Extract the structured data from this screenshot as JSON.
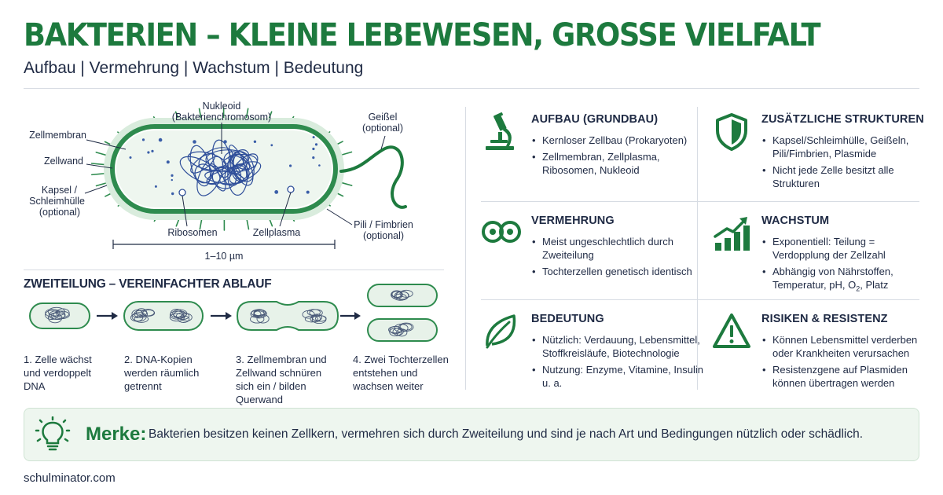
{
  "header": {
    "title": "BAKTERIEN – KLEINE LEBEWESEN, GROSSE VIELFALT",
    "subtitle": "Aufbau | Vermehrung | Wachstum | Bedeutung"
  },
  "cell_diagram": {
    "labels": {
      "nucleoid_1": "Nukleoid",
      "nucleoid_2": "(Bakterienchromosom)",
      "membrane": "Zellmembran",
      "wall": "Zellwand",
      "capsule_1": "Kapsel /",
      "capsule_2": "Schleimhülle",
      "capsule_3": "(optional)",
      "ribosomes": "Ribosomen",
      "cytoplasm": "Zellplasma",
      "flagellum_1": "Geißel",
      "flagellum_2": "(optional)",
      "pili_1": "Pili / Fimbrien",
      "pili_2": "(optional)",
      "scale": "1–10 µm"
    }
  },
  "division": {
    "title": "ZWEITEILUNG – VEREINFACHTER ABLAUF",
    "steps": [
      {
        "l1": "1. Zelle wächst",
        "l2": "und verdoppelt",
        "l3": "DNA"
      },
      {
        "l1": "2. DNA-Kopien",
        "l2": "werden räumlich",
        "l3": "getrennt"
      },
      {
        "l1": "3. Zellmembran und",
        "l2": "Zellwand schnüren",
        "l3": "sich ein / bilden",
        "l4": "Querwand"
      },
      {
        "l1": "4. Zwei Tochterzellen",
        "l2": "entstehen und",
        "l3": "wachsen weiter"
      }
    ]
  },
  "cards": {
    "aufbau": {
      "title": "AUFBAU (GRUNDBAU)",
      "b1": "Kernloser Zellbau (Prokaryoten)",
      "b2": "Zellmembran, Zellplasma, Ribosomen, Nukleoid"
    },
    "strukturen": {
      "title": "ZUSÄTZLICHE STRUKTUREN",
      "b1": "Kapsel/Schleimhülle, Geißeln, Pili/Fimbrien, Plasmide",
      "b2": "Nicht jede Zelle besitzt alle Strukturen"
    },
    "vermehrung": {
      "title": "VERMEHRUNG",
      "b1": "Meist ungeschlechtlich durch Zweiteilung",
      "b2": "Tochterzellen genetisch identisch"
    },
    "wachstum": {
      "title": "WACHSTUM",
      "b1": "Exponentiell: Teilung = Verdopplung der Zellzahl",
      "b2_pre": "Abhängig von Nährstoffen, Temperatur, pH, O",
      "b2_sub": "2",
      "b2_post": ", Platz"
    },
    "bedeutung": {
      "title": "BEDEUTUNG",
      "b1": "Nützlich: Verdauung, Lebensmittel, Stoffkreisläufe, Biotechnologie",
      "b2": "Nutzung: Enzyme, Vitamine, Insulin u. a."
    },
    "risiken": {
      "title": "RISIKEN & RESISTENZ",
      "b1": "Können Lebensmittel verderben oder Krankheiten verursachen",
      "b2": "Resistenzgene auf Plasmiden können übertragen werden"
    }
  },
  "merke": {
    "label": "Merke:",
    "text": "Bakterien besitzen keinen Zellkern, vermehren sich durch Zweiteilung und sind je nach Art und Bedingungen nützlich oder schädlich."
  },
  "footer": {
    "site": "schulminator.com"
  },
  "colors": {
    "green": "#1d7a3e",
    "light_green": "#d9ecdd",
    "navy": "#1f2a44",
    "blue": "#3a5ea8"
  }
}
